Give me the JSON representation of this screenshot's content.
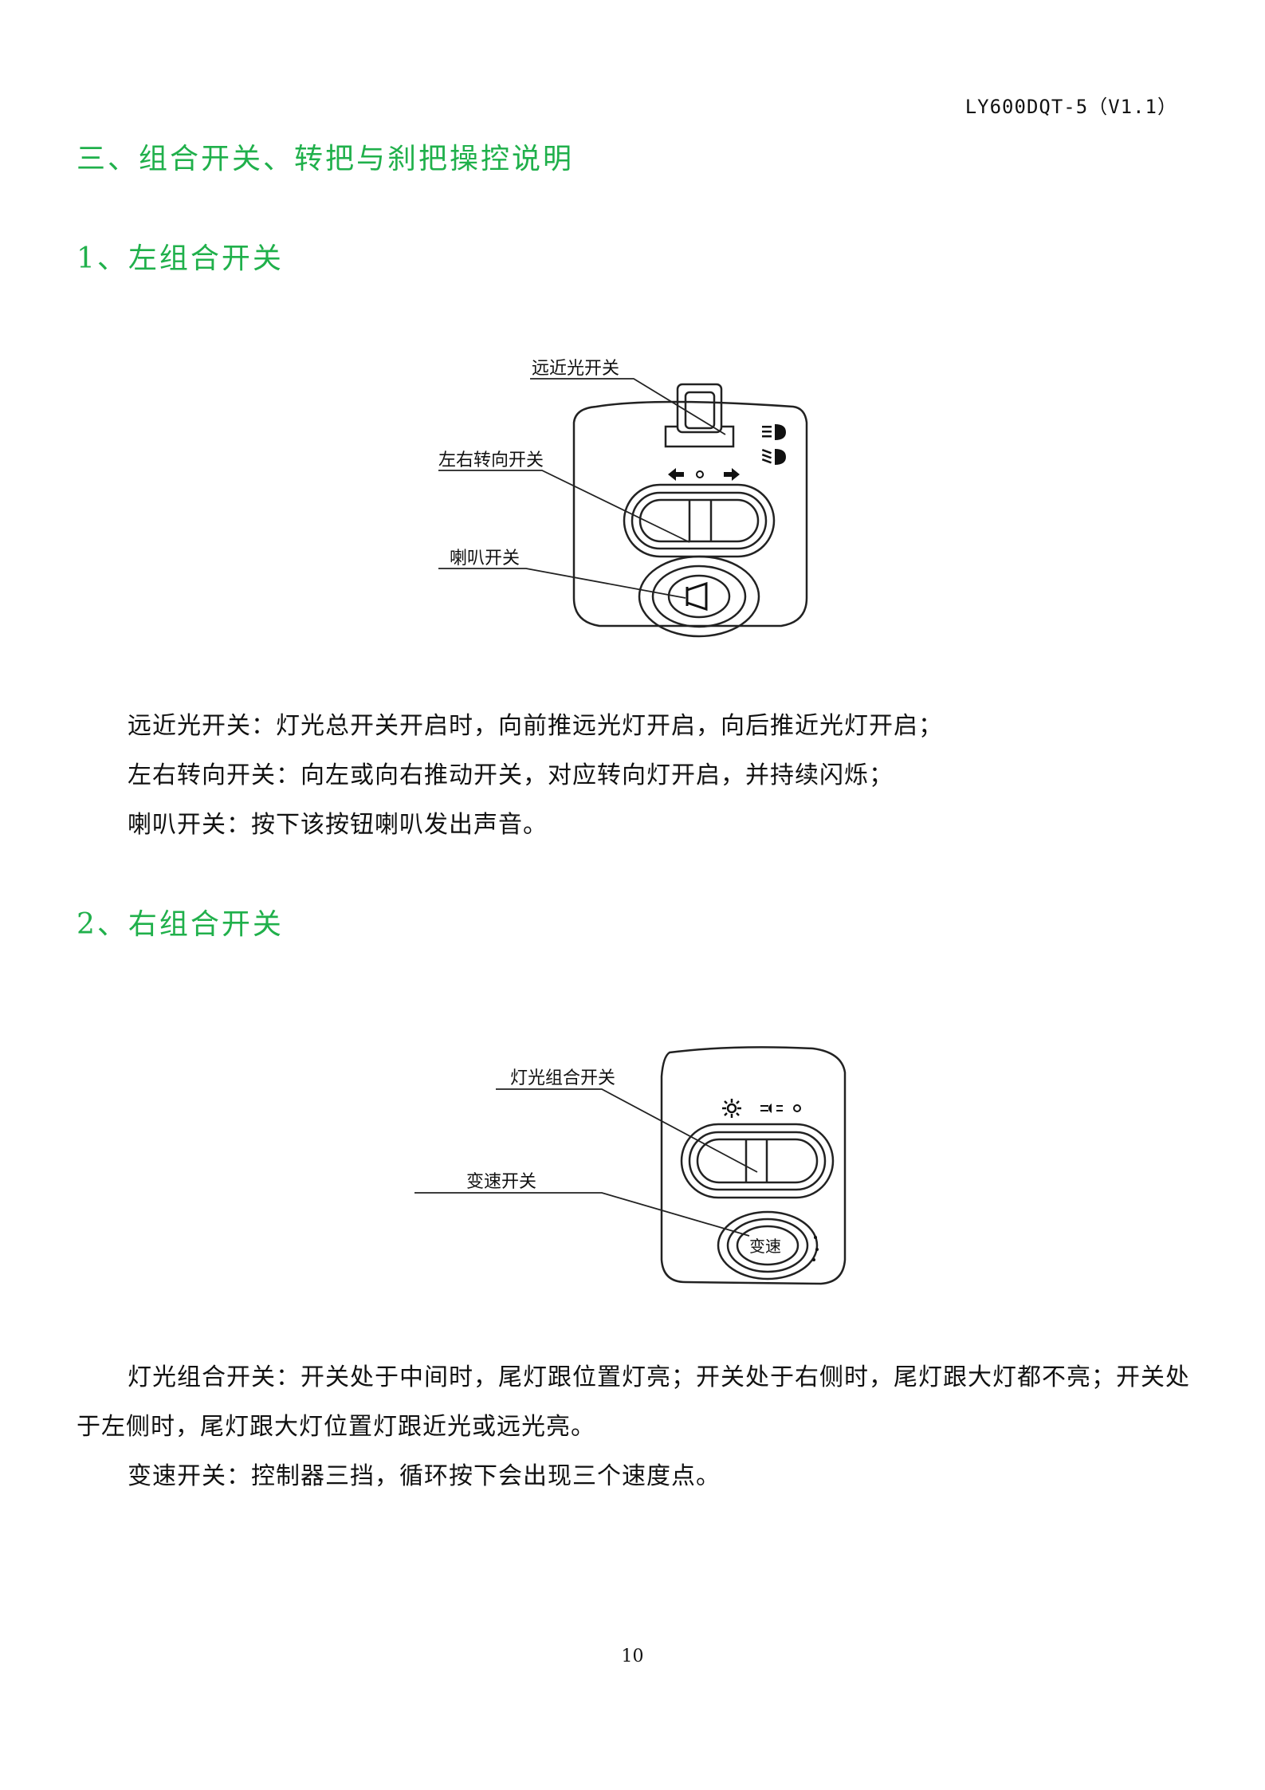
{
  "header": {
    "doc_code": "LY600DQT-5（V1.1）"
  },
  "section": {
    "title": "三、组合开关、转把与刹把操控说明"
  },
  "left_switch": {
    "heading": "1、左组合开关",
    "labels": {
      "beam": "远近光开关",
      "turn": "左右转向开关",
      "horn": "喇叭开关"
    },
    "paragraphs": [
      "远近光开关：灯光总开关开启时，向前推远光灯开启，向后推近光灯开启；",
      "左右转向开关：向左或向右推动开关，对应转向灯开启，并持续闪烁；",
      "喇叭开关：按下该按钮喇叭发出声音。"
    ]
  },
  "right_switch": {
    "heading": "2、右组合开关",
    "labels": {
      "light": "灯光组合开关",
      "speed": "变速开关",
      "speed_button": "变速"
    },
    "paragraphs": [
      "灯光组合开关：开关处于中间时，尾灯跟位置灯亮；开关处于右侧时，尾灯跟大灯都不亮；开关处于左侧时，尾灯跟大灯位置灯跟近光或远光亮。",
      "变速开关：控制器三挡，循环按下会出现三个速度点。"
    ]
  },
  "footer": {
    "page_number": "10"
  }
}
